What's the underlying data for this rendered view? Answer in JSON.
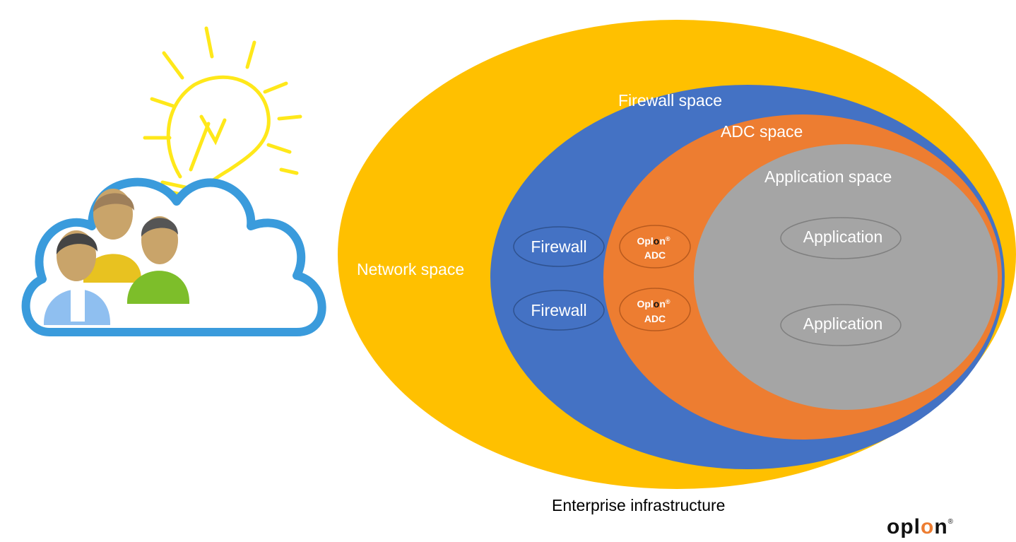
{
  "colors": {
    "network": "#FFC000",
    "firewall": "#4472C4",
    "adc": "#ED7D31",
    "application": "#A5A5A5",
    "cloud_outline": "#3A9BDC",
    "bulb": "#FFE81A",
    "logo_accent": "#ED7D31"
  },
  "spaces": {
    "network": "Network space",
    "firewall": "Firewall space",
    "adc": "ADC space",
    "application": "Application space"
  },
  "nodes": {
    "firewalls": [
      "Firewall",
      "Firewall"
    ],
    "adcs": [
      {
        "brand_pre": "Opl",
        "brand_o": "o",
        "brand_post": "n",
        "reg": "®",
        "product": "ADC"
      },
      {
        "brand_pre": "Opl",
        "brand_o": "o",
        "brand_post": "n",
        "reg": "®",
        "product": "ADC"
      }
    ],
    "applications": [
      "Application",
      "Application"
    ]
  },
  "caption": "Enterprise infrastructure",
  "logo": {
    "pre": "opl",
    "o": "o",
    "post": "n",
    "reg": "®"
  },
  "icons": [
    "cloud-icon",
    "lightbulb-icon",
    "users-icon"
  ]
}
